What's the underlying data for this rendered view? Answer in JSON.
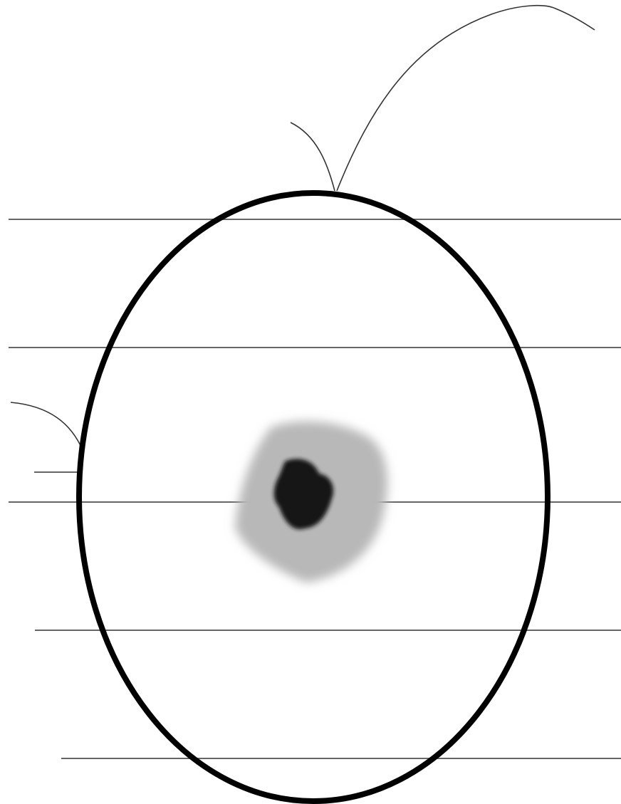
{
  "figure": {
    "description_free": true,
    "colors": {
      "background": "#ffffff",
      "outline": "#000000",
      "guide_line": "#666666",
      "curve": "#333333",
      "spot_outer": "#b8b8b8",
      "spot_inner": "#151515"
    },
    "elements": {
      "horizontal_guide_lines": 6,
      "curved_strokes": 3,
      "oval_outline": 1,
      "central_spot": 1
    }
  }
}
